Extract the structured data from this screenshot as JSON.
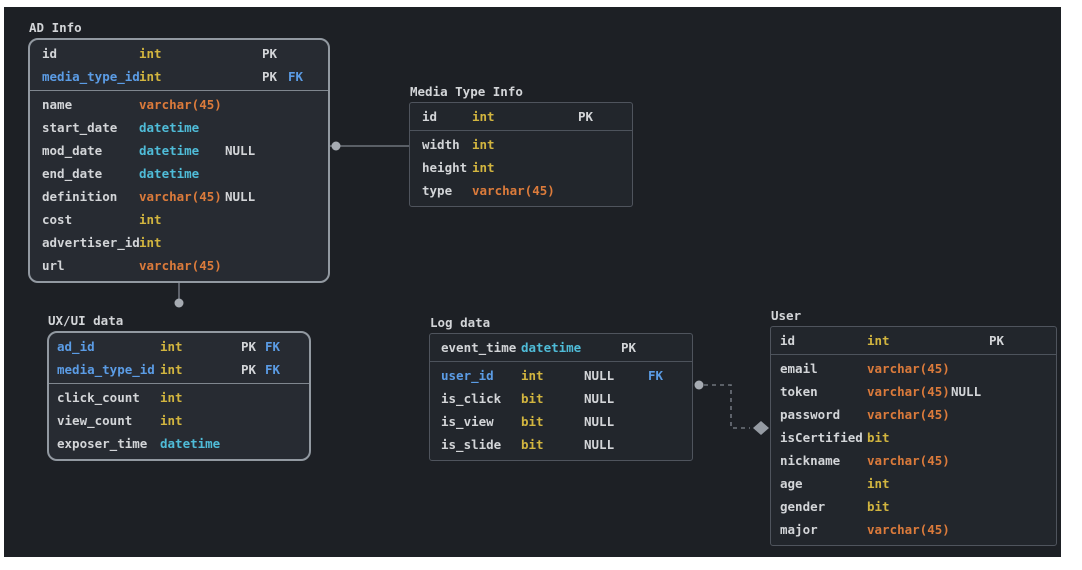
{
  "diagram": {
    "tables": [
      {
        "id": "ad-info",
        "title": "AD Info",
        "header_rows": [
          {
            "name": "id",
            "type": "int",
            "opt": "",
            "pk": "PK",
            "fk": "",
            "name_is_fk": false
          },
          {
            "name": "media_type_id",
            "type": "int",
            "opt": "",
            "pk": "PK",
            "fk": "FK",
            "name_is_fk": true
          }
        ],
        "body_rows": [
          {
            "name": "name",
            "type": "varchar(45)",
            "opt": "",
            "pk": "",
            "fk": "",
            "name_is_fk": false
          },
          {
            "name": "start_date",
            "type": "datetime",
            "opt": "",
            "pk": "",
            "fk": "",
            "name_is_fk": false
          },
          {
            "name": "mod_date",
            "type": "datetime",
            "opt": "NULL",
            "pk": "",
            "fk": "",
            "name_is_fk": false
          },
          {
            "name": "end_date",
            "type": "datetime",
            "opt": "",
            "pk": "",
            "fk": "",
            "name_is_fk": false
          },
          {
            "name": "definition",
            "type": "varchar(45)",
            "opt": "NULL",
            "pk": "",
            "fk": "",
            "name_is_fk": false
          },
          {
            "name": "cost",
            "type": "int",
            "opt": "",
            "pk": "",
            "fk": "",
            "name_is_fk": false
          },
          {
            "name": "advertiser_id",
            "type": "int",
            "opt": "",
            "pk": "",
            "fk": "",
            "name_is_fk": false
          },
          {
            "name": "url",
            "type": "varchar(45)",
            "opt": "",
            "pk": "",
            "fk": "",
            "name_is_fk": false
          }
        ]
      },
      {
        "id": "media-type-info",
        "title": "Media Type Info",
        "header_rows": [
          {
            "name": "id",
            "type": "int",
            "opt": "",
            "pk": "PK",
            "fk": "",
            "name_is_fk": false
          }
        ],
        "body_rows": [
          {
            "name": "width",
            "type": "int",
            "opt": "",
            "pk": "",
            "fk": "",
            "name_is_fk": false
          },
          {
            "name": "height",
            "type": "int",
            "opt": "",
            "pk": "",
            "fk": "",
            "name_is_fk": false
          },
          {
            "name": "type",
            "type": "varchar(45)",
            "opt": "",
            "pk": "",
            "fk": "",
            "name_is_fk": false
          }
        ]
      },
      {
        "id": "uxui-data",
        "title": "UX/UI data",
        "header_rows": [
          {
            "name": "ad_id",
            "type": "int",
            "opt": "",
            "pk": "PK",
            "fk": "FK",
            "name_is_fk": true
          },
          {
            "name": "media_type_id",
            "type": "int",
            "opt": "",
            "pk": "PK",
            "fk": "FK",
            "name_is_fk": true
          }
        ],
        "body_rows": [
          {
            "name": "click_count",
            "type": "int",
            "opt": "",
            "pk": "",
            "fk": "",
            "name_is_fk": false
          },
          {
            "name": "view_count",
            "type": "int",
            "opt": "",
            "pk": "",
            "fk": "",
            "name_is_fk": false
          },
          {
            "name": "exposer_time",
            "type": "datetime",
            "opt": "",
            "pk": "",
            "fk": "",
            "name_is_fk": false
          }
        ]
      },
      {
        "id": "log-data",
        "title": "Log data",
        "header_rows": [
          {
            "name": "event_time",
            "type": "datetime",
            "opt": "",
            "pk": "PK",
            "fk": "",
            "name_is_fk": false
          }
        ],
        "body_rows": [
          {
            "name": "user_id",
            "type": "int",
            "opt": "NULL",
            "pk": "",
            "fk": "FK",
            "name_is_fk": true
          },
          {
            "name": "is_click",
            "type": "bit",
            "opt": "NULL",
            "pk": "",
            "fk": "",
            "name_is_fk": false
          },
          {
            "name": "is_view",
            "type": "bit",
            "opt": "NULL",
            "pk": "",
            "fk": "",
            "name_is_fk": false
          },
          {
            "name": "is_slide",
            "type": "bit",
            "opt": "NULL",
            "pk": "",
            "fk": "",
            "name_is_fk": false
          }
        ]
      },
      {
        "id": "user",
        "title": "User",
        "header_rows": [
          {
            "name": "id",
            "type": "int",
            "opt": "",
            "pk": "PK",
            "fk": "",
            "name_is_fk": false
          }
        ],
        "body_rows": [
          {
            "name": "email",
            "type": "varchar(45)",
            "opt": "",
            "pk": "",
            "fk": "",
            "name_is_fk": false
          },
          {
            "name": "token",
            "type": "varchar(45)",
            "opt": "NULL",
            "pk": "",
            "fk": "",
            "name_is_fk": false
          },
          {
            "name": "password",
            "type": "varchar(45)",
            "opt": "",
            "pk": "",
            "fk": "",
            "name_is_fk": false
          },
          {
            "name": "isCertified",
            "type": "bit",
            "opt": "",
            "pk": "",
            "fk": "",
            "name_is_fk": false
          },
          {
            "name": "nickname",
            "type": "varchar(45)",
            "opt": "",
            "pk": "",
            "fk": "",
            "name_is_fk": false
          },
          {
            "name": "age",
            "type": "int",
            "opt": "",
            "pk": "",
            "fk": "",
            "name_is_fk": false
          },
          {
            "name": "gender",
            "type": "bit",
            "opt": "",
            "pk": "",
            "fk": "",
            "name_is_fk": false
          },
          {
            "name": "major",
            "type": "varchar(45)",
            "opt": "",
            "pk": "",
            "fk": "",
            "name_is_fk": false
          }
        ]
      }
    ],
    "relations": [
      {
        "id": "ad-info__media-type-info",
        "from": "AD Info",
        "to": "Media Type Info",
        "style": "solid"
      },
      {
        "id": "ad-info__uxui-data",
        "from": "AD Info",
        "to": "UX/UI data",
        "style": "solid"
      },
      {
        "id": "log-data__user",
        "from": "Log data",
        "to": "User",
        "style": "dashed"
      }
    ],
    "colors": {
      "canvas_bg": "#1d2025",
      "type_int_bit": "#d2b53f",
      "type_varchar": "#dc7b3b",
      "type_datetime": "#4fbcd8",
      "fk_blue": "#5b9ce5",
      "text": "#d3d5d8"
    }
  }
}
